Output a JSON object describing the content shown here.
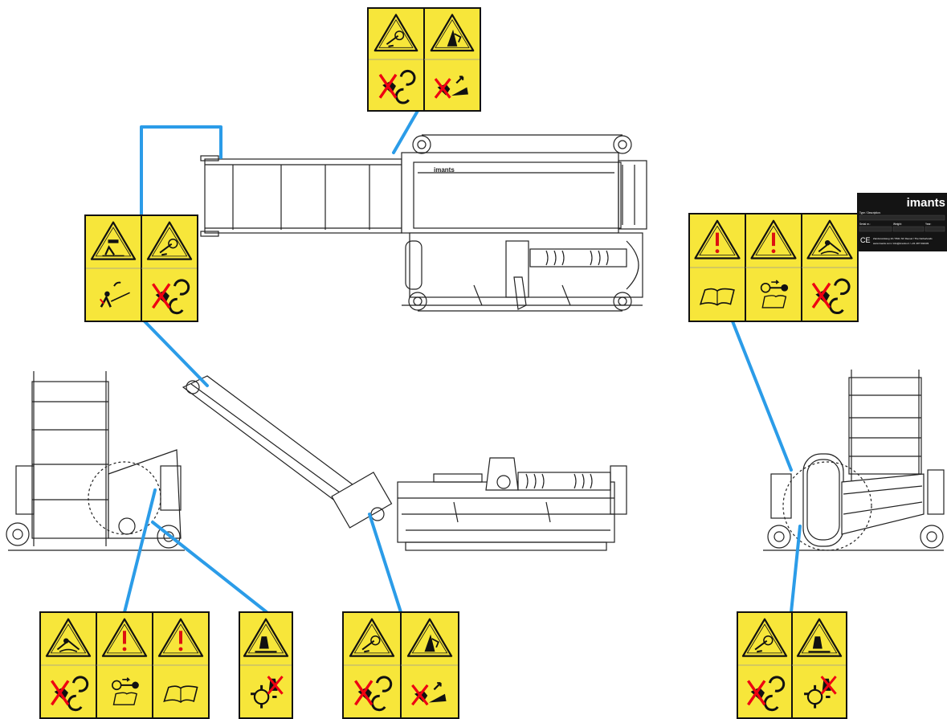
{
  "plate": {
    "brand": "imants",
    "type_label": "Type / Description:",
    "serial_label": "Serial nr.:",
    "weight_label": "Weight:",
    "year_label": "Year:",
    "ce_mark": "CE",
    "address_line": "Zandvoorstweg 19 / 5541 NV Reusel / The Netherlands",
    "contact_line": "www.imants.com / info@imants.nl / +31 497 642433",
    "machine_brand": "imants"
  },
  "callout_color": "#2b9ce8",
  "decal_color": "#f7e63a",
  "decal_groups": [
    {
      "id": "top",
      "panels": [
        [
          "belt-entanglement-warning-icon",
          "no-hand-rotating-parts-icon"
        ],
        [
          "hand-crush-warning-icon",
          "no-hand-pinch-point-icon"
        ]
      ]
    },
    {
      "id": "left-upper",
      "panels": [
        [
          "falling-load-warning-icon",
          "person-struck-by-lever-icon"
        ],
        [
          "belt-entanglement-warning-icon",
          "no-hand-rotating-parts-icon"
        ]
      ]
    },
    {
      "id": "right-upper",
      "panels": [
        [
          "general-warning-icon",
          "read-manual-icon"
        ],
        [
          "general-warning-icon",
          "remove-key-read-manual-icon"
        ],
        [
          "person-entanglement-warning-icon",
          "no-hand-rotating-parts-icon"
        ]
      ]
    },
    {
      "id": "bottom-left-triple",
      "panels": [
        [
          "person-entanglement-warning-icon",
          "no-hand-rotating-parts-icon"
        ],
        [
          "general-warning-icon",
          "remove-key-read-manual-icon"
        ],
        [
          "general-warning-icon",
          "read-manual-icon"
        ]
      ]
    },
    {
      "id": "bottom-left-single",
      "panels": [
        [
          "foot-crush-warning-icon",
          "no-foot-rotor-icon"
        ]
      ]
    },
    {
      "id": "bottom-center",
      "panels": [
        [
          "belt-entanglement-warning-icon",
          "no-hand-rotating-parts-icon"
        ],
        [
          "hand-crush-warning-icon",
          "no-hand-pinch-point-icon"
        ]
      ]
    },
    {
      "id": "bottom-right",
      "panels": [
        [
          "belt-entanglement-warning-icon",
          "no-hand-rotating-parts-icon"
        ],
        [
          "foot-crush-warning-icon",
          "no-foot-rotor-icon"
        ]
      ]
    }
  ]
}
